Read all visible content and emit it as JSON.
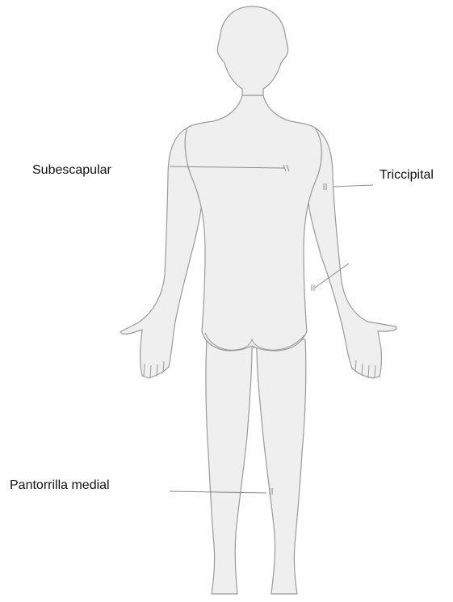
{
  "labels": {
    "subescapular": "Subescapular",
    "triccipital": "Triccipital",
    "pantorrilla_medial": "Pantorrilla medial"
  },
  "colors": {
    "body_fill": "#efefef",
    "body_outline": "#9a9a9a",
    "leader_line": "#8a8a8a"
  }
}
